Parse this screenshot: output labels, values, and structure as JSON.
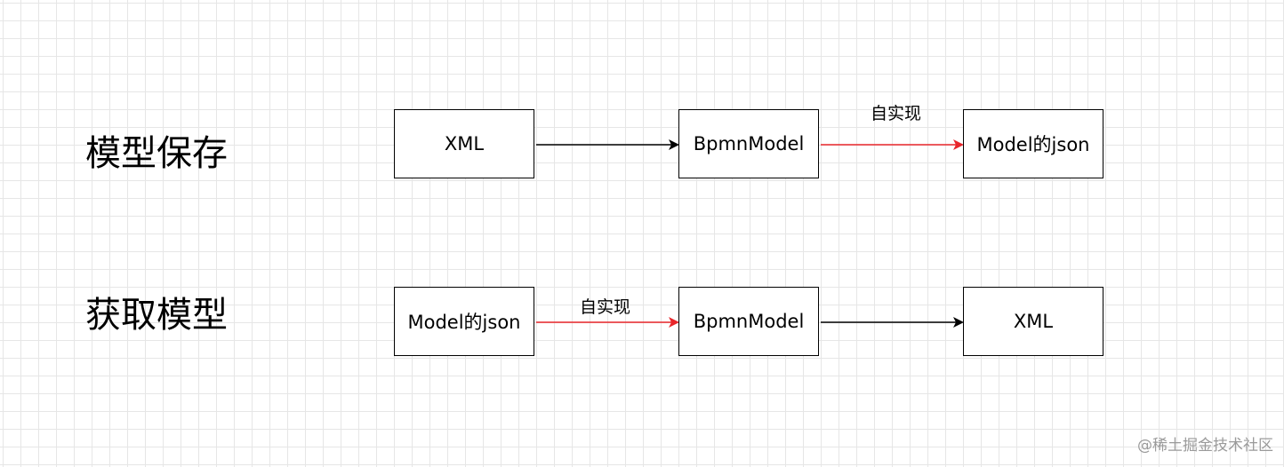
{
  "rows": [
    {
      "title": "模型保存",
      "nodes": [
        "XML",
        "BpmnModel",
        "Model的json"
      ],
      "edges": [
        {
          "from": "XML",
          "to": "BpmnModel",
          "color": "#000000",
          "label": ""
        },
        {
          "from": "BpmnModel",
          "to": "Model的json",
          "color": "#e8262b",
          "label": "自实现"
        }
      ]
    },
    {
      "title": "获取模型",
      "nodes": [
        "Model的json",
        "BpmnModel",
        "XML"
      ],
      "edges": [
        {
          "from": "Model的json",
          "to": "BpmnModel",
          "color": "#e8262b",
          "label": "自实现"
        },
        {
          "from": "BpmnModel",
          "to": "XML",
          "color": "#000000",
          "label": ""
        }
      ]
    }
  ],
  "watermark": "@稀土掘金技术社区"
}
